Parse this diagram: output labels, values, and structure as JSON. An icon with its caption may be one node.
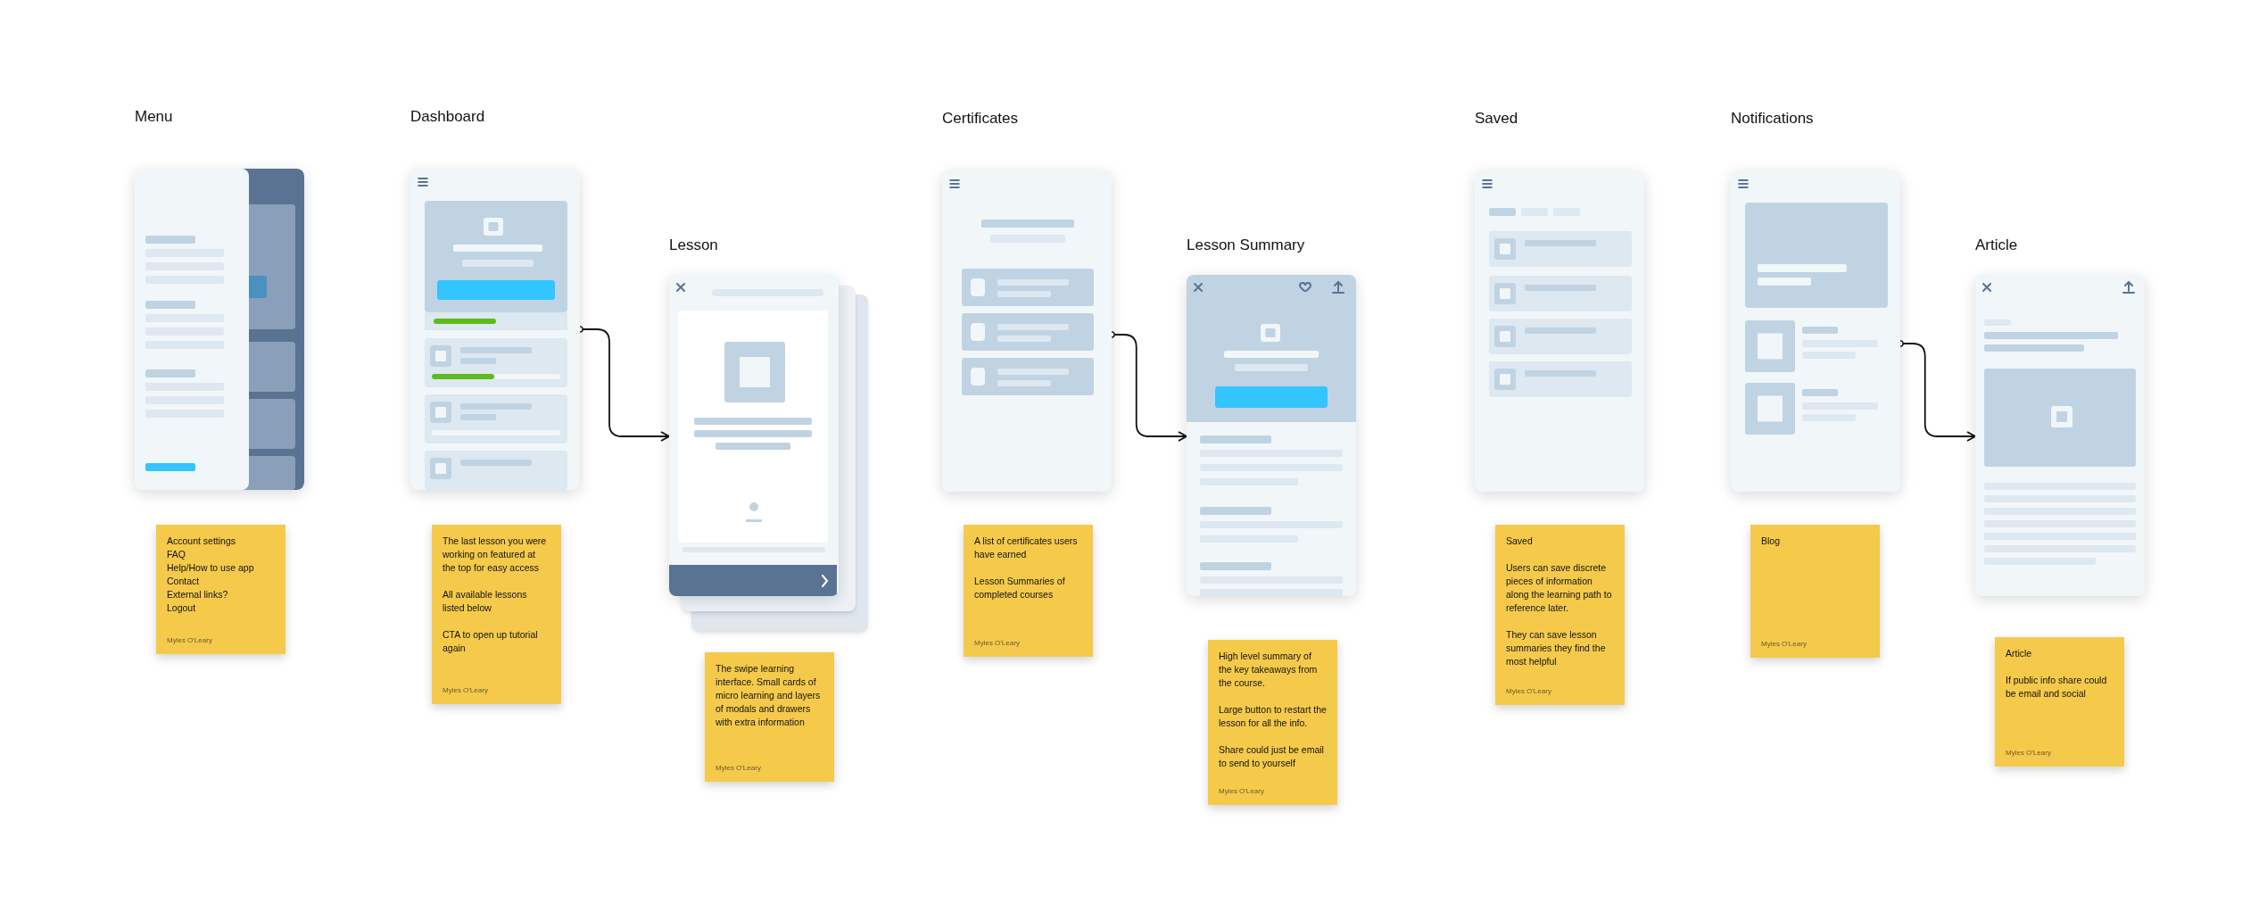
{
  "diagram": {
    "nodes": [
      {
        "text": [
          "Menu"
        ]
      },
      {
        "text": [
          "Dashboard"
        ]
      },
      {
        "text": [
          "Lesson"
        ]
      },
      {
        "text": [
          "Certificates"
        ]
      },
      {
        "text": [
          "Lesson Summary"
        ]
      },
      {
        "text": [
          "Saved"
        ]
      },
      {
        "text": [
          "Notifications"
        ]
      },
      {
        "text": [
          "Article"
        ]
      },
      {
        "text": [
          "Account settings",
          "FAQ",
          "Help/How to use app",
          "Contact",
          "External links?",
          "Logout",
          "Myles O'Leary"
        ]
      },
      {
        "text": [
          "The last lesson you were working on featured at the top for easy access",
          "All available lessons listed below",
          "CTA to open up tutorial again",
          "Myles O'Leary"
        ]
      },
      {
        "text": [
          "The swipe learning interface. Small cards of micro learning and layers of modals and drawers with extra information",
          "Myles O'Leary"
        ]
      },
      {
        "text": [
          "A list of certificates users have earned",
          "Lesson Summaries of completed courses",
          "Myles O'Leary"
        ]
      },
      {
        "text": [
          "High level summary of the key takeaways from the course.",
          "Large button to restart the lesson for all the info.",
          "Share could just be email to send to yourself",
          "Myles O'Leary"
        ]
      },
      {
        "text": [
          "Saved",
          "Users can save discrete pieces of information along the learning path to reference later.",
          "They can save lesson summaries they find the most helpful",
          "Myles O'Leary"
        ]
      },
      {
        "text": [
          "Blog",
          "Myles O'Leary"
        ]
      },
      {
        "text": [
          "Article",
          "If public info share could be email and social",
          "Myles O'Leary"
        ]
      }
    ],
    "edges": [
      {
        "from": 1,
        "to": 2,
        "arrow": "to"
      },
      {
        "from": 3,
        "to": 4,
        "arrow": "to"
      },
      {
        "from": 6,
        "to": 7,
        "arrow": "to"
      }
    ]
  }
}
